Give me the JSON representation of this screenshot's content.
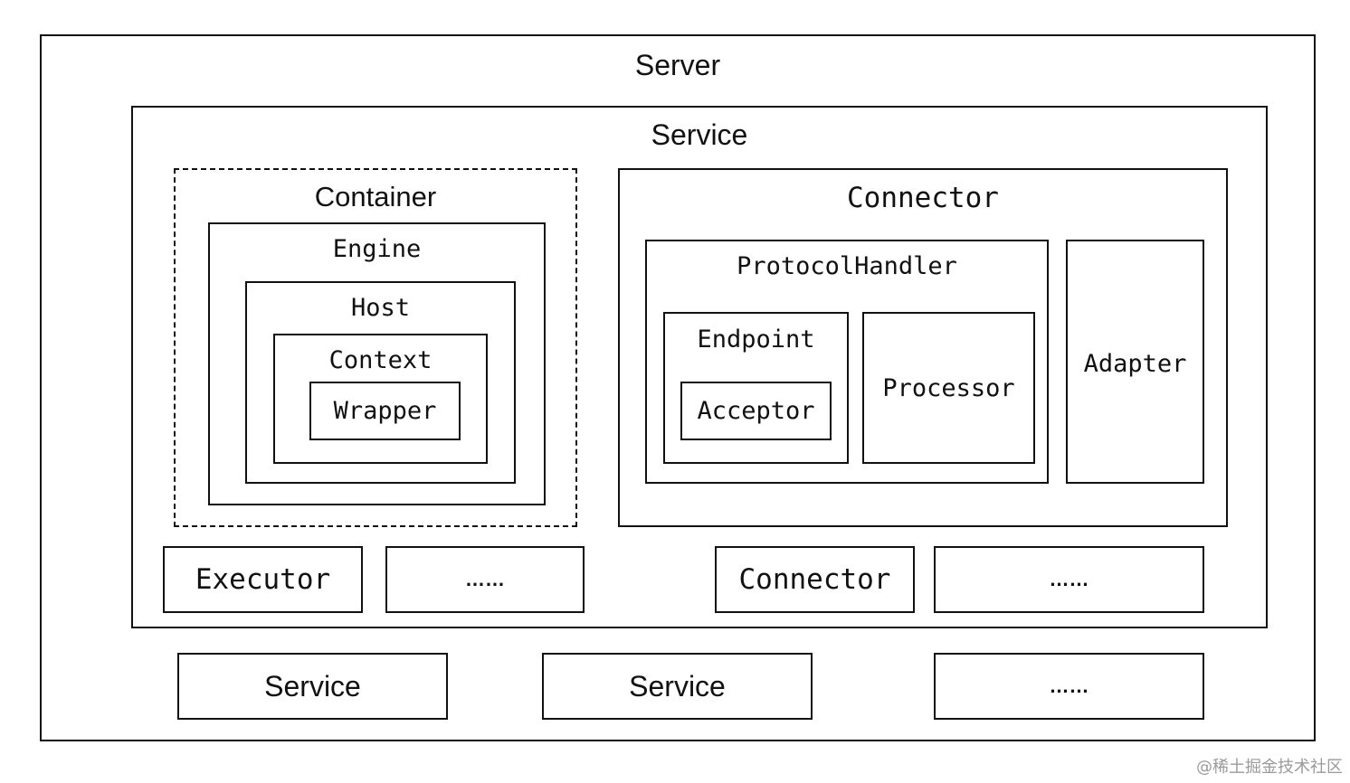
{
  "server": {
    "label": "Server"
  },
  "service": {
    "label": "Service"
  },
  "container": {
    "label": "Container",
    "engine": "Engine",
    "host": "Host",
    "context": "Context",
    "wrapper": "Wrapper"
  },
  "connector": {
    "label": "Connector",
    "protocol_handler": "ProtocolHandler",
    "endpoint": "Endpoint",
    "acceptor": "Acceptor",
    "processor": "Processor",
    "adapter": "Adapter"
  },
  "service_row": {
    "executor": "Executor",
    "ellipsis_1": "……",
    "connector": "Connector",
    "ellipsis_2": "……"
  },
  "bottom_row": {
    "service_1": "Service",
    "service_2": "Service",
    "ellipsis": "……"
  },
  "watermark": "@稀土掘金技术社区"
}
